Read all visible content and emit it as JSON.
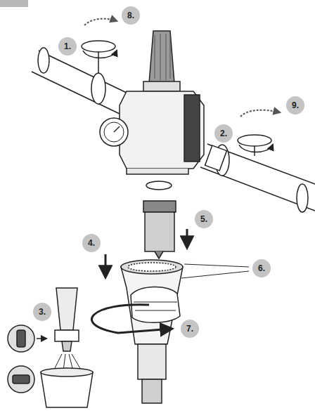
{
  "diagram": {
    "labels": [
      "8.",
      "1.",
      "9.",
      "2.",
      "5.",
      "4.",
      "6.",
      "3.",
      "7."
    ]
  }
}
